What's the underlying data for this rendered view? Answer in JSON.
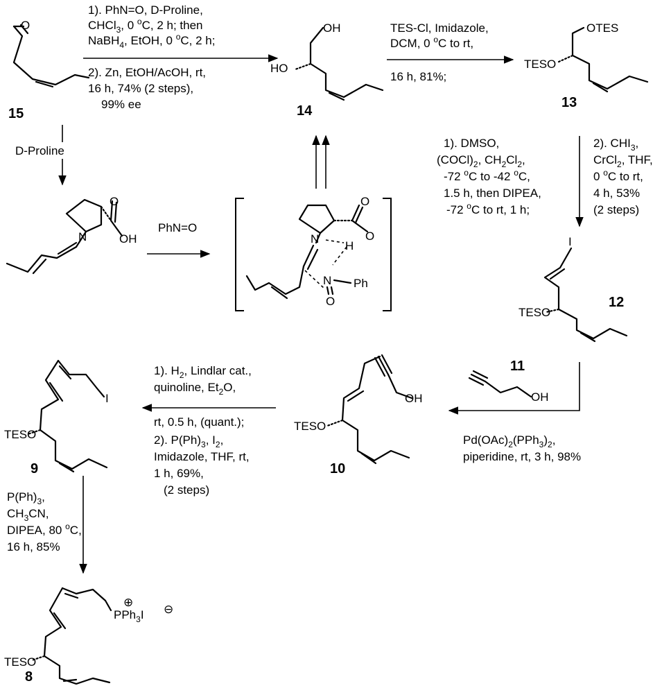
{
  "compounds": {
    "c15": "15",
    "c14": "14",
    "c13": "13",
    "c12": "12",
    "c11": "11",
    "c10": "10",
    "c9": "9",
    "c8": "8"
  },
  "atoms": {
    "oh": "OH",
    "ho": "HO",
    "otes": "OTES",
    "teso": "TESO",
    "i": "I",
    "n": "N",
    "h": "H",
    "o": "O",
    "ph": "Ph",
    "pph3": "PPh",
    "sub3": "3",
    "iodide": "I",
    "plus": "⊕",
    "minus": "⊖"
  },
  "steps": {
    "s1": {
      "l1": "1). PhN=O, D-Proline,",
      "l2a": "CHCl",
      "l2b": "3",
      "l2c": ", 0 ",
      "l2d": "o",
      "l2e": "C, 2 h; then",
      "l3a": "NaBH",
      "l3b": "4",
      "l3c": ", EtOH, 0 ",
      "l3d": "o",
      "l3e": "C, 2 h;",
      "l4": "2). Zn, EtOH/AcOH, rt,",
      "l5": "16 h, 74% (2 steps),",
      "l6": "99% ee"
    },
    "s2": {
      "l1": "TES-Cl, Imidazole,",
      "l2a": "DCM, 0 ",
      "l2b": "o",
      "l2c": "C to rt,",
      "l3": "16 h, 81%;"
    },
    "s3": {
      "l1": "1). DMSO,",
      "l2a": "(COCl)",
      "l2b": "2",
      "l2c": ", CH",
      "l2d": "2",
      "l2e": "Cl",
      "l2f": "2",
      "l2g": ",",
      "l3a": "-72 ",
      "l3b": "o",
      "l3c": "C to -42 ",
      "l3d": "o",
      "l3e": "C,",
      "l4": "1.5 h, then DIPEA,",
      "l5a": "-72 ",
      "l5b": "o",
      "l5c": "C to rt, 1 h;"
    },
    "s4": {
      "l1a": "2). CHI",
      "l1b": "3",
      "l1c": ",",
      "l2a": "CrCl",
      "l2b": "2",
      "l2c": ", THF,",
      "l3a": "0 ",
      "l3b": "o",
      "l3c": "C to rt,",
      "l4": "4 h, 53%",
      "l5": "(2 steps)"
    },
    "s5": {
      "l1a": "Pd(OAc)",
      "l1b": "2",
      "l1c": "(PPh",
      "l1d": "3",
      "l1e": ")",
      "l1f": "2",
      "l1g": ",",
      "l2": "piperidine, rt, 3 h, 98%"
    },
    "s6": {
      "l1a": "1). H",
      "l1b": "2",
      "l1c": ", Lindlar cat.,",
      "l2a": "quinoline, Et",
      "l2b": "2",
      "l2c": "O,",
      "l3": "rt, 0.5 h, (quant.);",
      "l4a": "2). P(Ph)",
      "l4b": "3",
      "l4c": ", I",
      "l4d": "2",
      "l4e": ",",
      "l5": "Imidazole, THF, rt,",
      "l6": "1 h, 69%,",
      "l7": "(2 steps)"
    },
    "s7": {
      "l1a": "P(Ph)",
      "l1b": "3",
      "l1c": ",",
      "l2a": "CH",
      "l2b": "3",
      "l2c": "CN,",
      "l3a": "DIPEA, 80 ",
      "l3b": "o",
      "l3c": "C,",
      "l4": "16 h, 85%"
    },
    "dpro": "D-Proline",
    "phno": "PhN=O"
  }
}
